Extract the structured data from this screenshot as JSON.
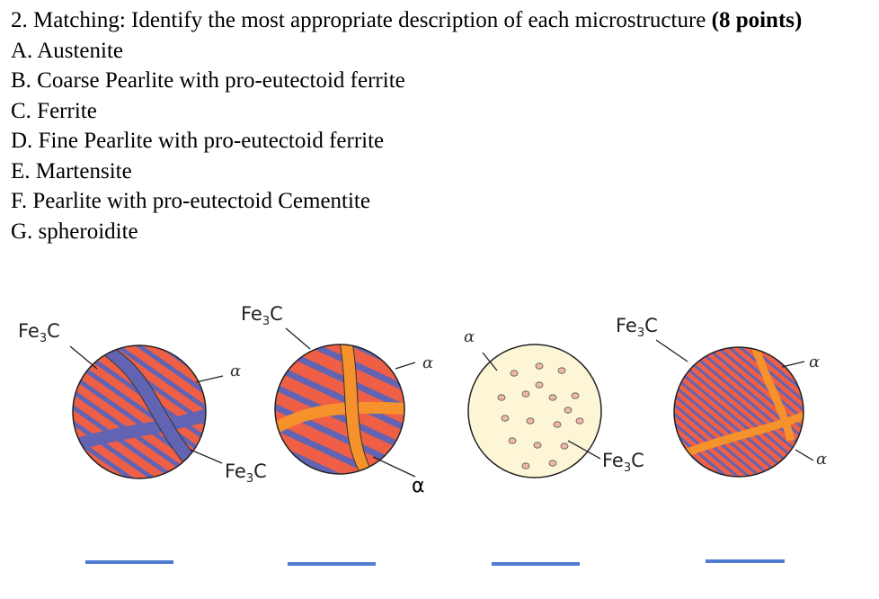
{
  "question": {
    "number": "2.",
    "title_main": "Matching: Identify the most appropriate description of each microstructure ",
    "title_points": "(8 points)",
    "options": [
      "A. Austenite",
      "B. Coarse Pearlite with pro-eutectoid ferrite",
      "C. Ferrite",
      "D. Fine Pearlite with pro-eutectoid ferrite",
      "E. Martensite",
      "F. Pearlite with pro-eutectoid Cementite",
      "G. spheroidite"
    ]
  },
  "figure": {
    "labels": {
      "fe3c_base": "Fe",
      "fe3c_sub": "3",
      "fe3c_tail": "C",
      "alpha_symbol": "α"
    },
    "colors": {
      "red_phase": "#ef5f45",
      "blue_phase": "#6264b3",
      "orange_band": "#f6922c",
      "cream_matrix": "#fdf6d6",
      "particle": "#f1b8a6",
      "answer_line": "#4f7bd0"
    }
  }
}
